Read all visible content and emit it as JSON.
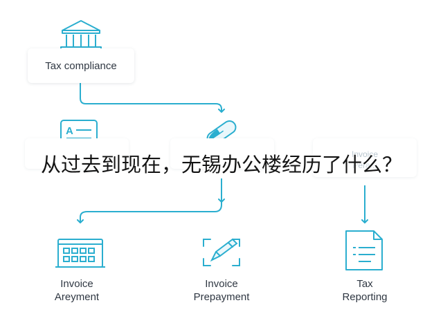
{
  "diagram": {
    "nodes": {
      "tax_compliance": {
        "label": "Tax compliance",
        "icon": "bank-icon"
      },
      "document": {
        "icon": "document-form-icon"
      },
      "pill": {
        "icon": "pill-icon"
      },
      "invoice_top_right": {
        "line1": "Invoice",
        "line2": "Pera..."
      },
      "invoice_payment": {
        "line1": "Invoice",
        "line2": "Areyment",
        "icon": "building-icon"
      },
      "invoice_prepayment": {
        "line1": "Invoice",
        "line2": "Prepayment",
        "icon": "pencil-frame-icon"
      },
      "tax_reporting": {
        "line1": "Tax",
        "line2": "Reporting",
        "icon": "report-document-icon"
      }
    },
    "overlay_caption": "从过去到现在，无锡办公楼经历了什么？",
    "colors": {
      "accent": "#2aaecf",
      "text": "#2f3742",
      "box_shadow": "#dfe6ea"
    }
  }
}
